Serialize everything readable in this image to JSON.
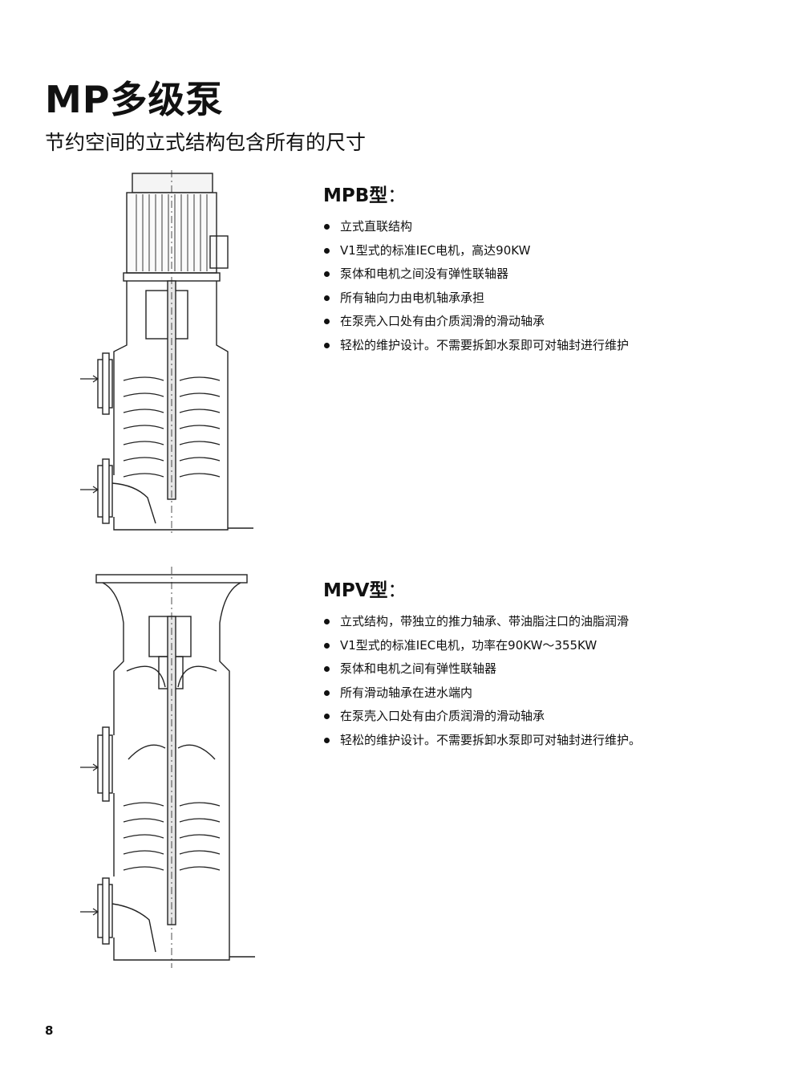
{
  "page": {
    "title": "MP多级泵",
    "subtitle": "节约空间的立式结构包含所有的尺寸",
    "page_number": "8"
  },
  "sections": [
    {
      "model": "MPB型",
      "colon": "：",
      "features": [
        "立式直联结构",
        "V1型式的标准IEC电机，高达90KW",
        "泵体和电机之间没有弹性联轴器",
        "所有轴向力由电机轴承承担",
        "在泵壳入口处有由介质润滑的滑动轴承",
        "轻松的维护设计。不需要拆卸水泵即可对轴封进行维护"
      ]
    },
    {
      "model": "MPV型",
      "colon": "：",
      "features": [
        "立式结构，带独立的推力轴承、带油脂注口的油脂润滑",
        "V1型式的标准IEC电机，功率在90KW～355KW",
        "泵体和电机之间有弹性联轴器",
        "所有滑动轴承在进水端内",
        "在泵壳入口处有由介质润滑的滑动轴承",
        "轻松的维护设计。不需要拆卸水泵即可对轴封进行维护。"
      ]
    }
  ]
}
